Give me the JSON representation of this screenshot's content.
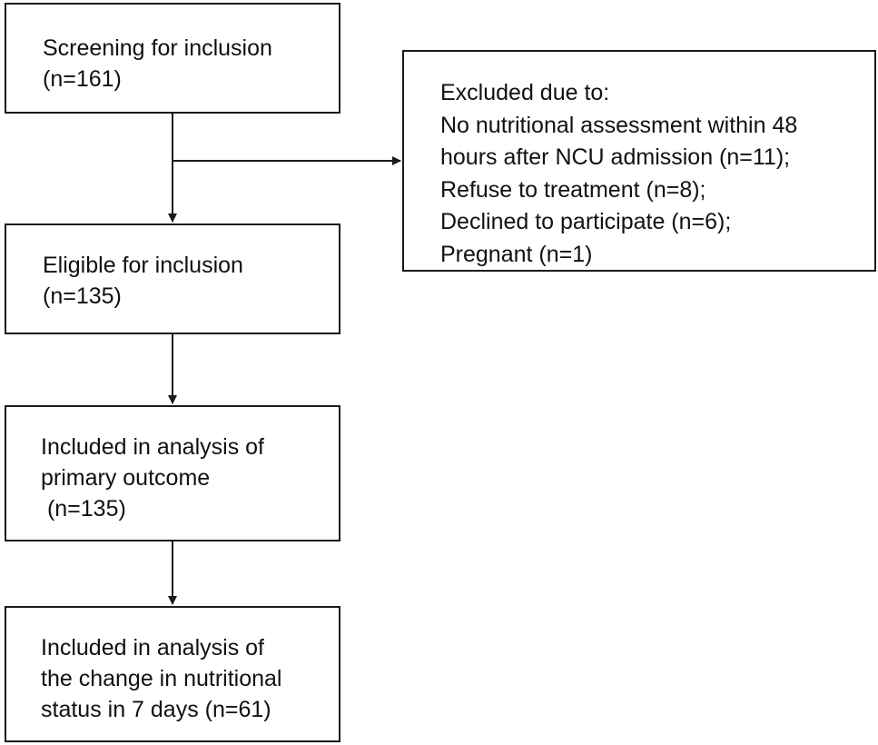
{
  "flowchart": {
    "screening": {
      "lines": [
        "Screening for inclusion",
        "(n=161)"
      ]
    },
    "eligible": {
      "lines": [
        "Eligible for inclusion",
        "(n=135)"
      ]
    },
    "primary": {
      "lines": [
        "Included in analysis of",
        "primary outcome",
        " (n=135)"
      ]
    },
    "change": {
      "lines": [
        "Included in analysis of",
        "the change in nutritional",
        "status in 7 days (n=61)"
      ]
    },
    "excluded": {
      "lines": [
        "Excluded due to:",
        "No nutritional assessment within 48",
        "hours after NCU admission (n=11);",
        "Refuse to treatment (n=8);",
        "Declined to participate (n=6);",
        "Pregnant (n=1)"
      ]
    }
  },
  "colors": {
    "stroke": "#1a1a1a",
    "text": "#111111",
    "background": "#ffffff"
  }
}
